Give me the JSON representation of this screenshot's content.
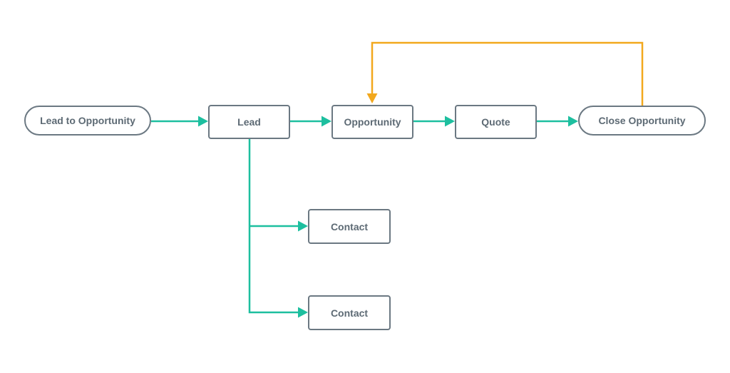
{
  "diagram": {
    "nodes": {
      "start": "Lead to Opportunity",
      "lead": "Lead",
      "opportunity": "Opportunity",
      "quote": "Quote",
      "close": "Close Opportunity",
      "contact_1": "Contact",
      "contact_2": "Contact"
    },
    "edges": [
      {
        "from": "start",
        "to": "lead"
      },
      {
        "from": "lead",
        "to": "opportunity"
      },
      {
        "from": "opportunity",
        "to": "quote"
      },
      {
        "from": "quote",
        "to": "close"
      },
      {
        "from": "lead",
        "to": "contact_1"
      },
      {
        "from": "lead",
        "to": "contact_2"
      },
      {
        "from": "close",
        "to": "opportunity"
      }
    ],
    "colors": {
      "flow_arrow": "#1dbf9f",
      "loop_arrow": "#f2a81d",
      "node_border": "#6b7882",
      "node_text": "#5d6a74"
    }
  }
}
